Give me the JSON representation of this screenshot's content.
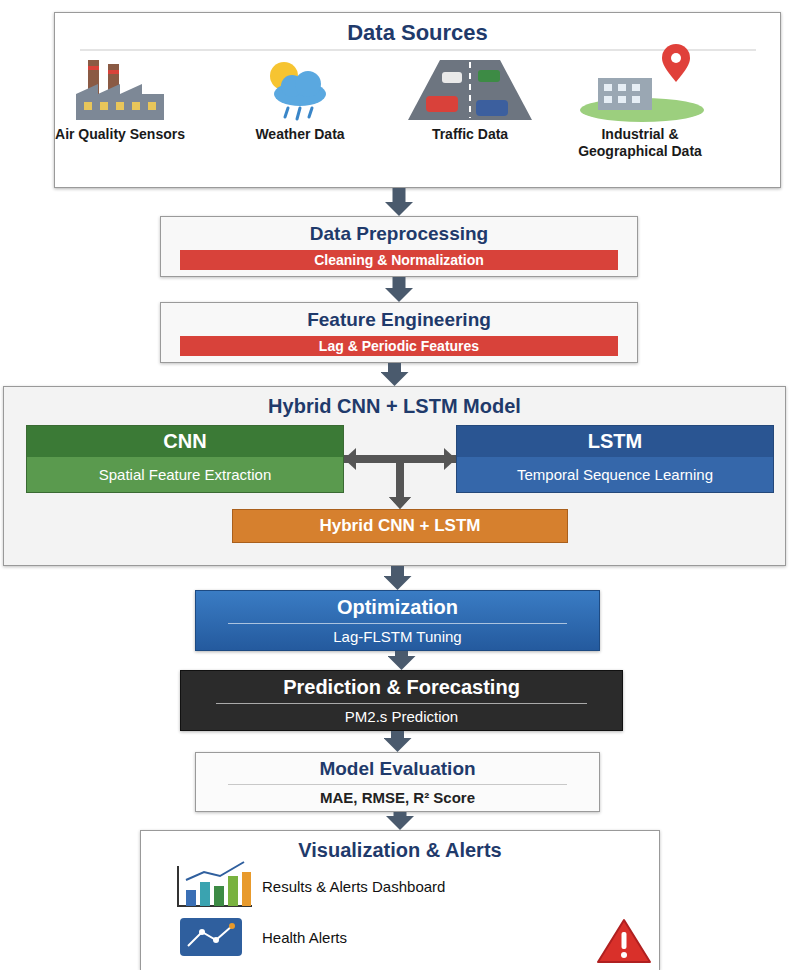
{
  "diagram": {
    "nodes": [
      {
        "text": [
          "Data Sources"
        ]
      },
      {
        "text": [
          "Data Preprocessing",
          "Cleaning & Normalization"
        ]
      },
      {
        "text": [
          "Feature Engineering",
          "Lag & Periodic Features"
        ]
      },
      {
        "text": [
          "Hybrid CNN + LSTM Model"
        ]
      },
      {
        "text": [
          "CNN",
          "Spatial Feature Extraction"
        ],
        "in": 3
      },
      {
        "text": [
          "LSTM",
          "Temporal Sequence Learning"
        ],
        "in": 3
      },
      {
        "text": [
          "Hybrid CNN + LSTM"
        ],
        "in": 3
      },
      {
        "text": [
          "Optimization",
          "Lag-FLSTM Tuning"
        ]
      },
      {
        "text": [
          "Prediction & Forecasting",
          "PM2.s Prediction"
        ]
      },
      {
        "text": [
          "Model Evaluation",
          "MAE, RMSE, R² Score"
        ]
      },
      {
        "text": [
          "Visualization & Alerts"
        ]
      }
    ],
    "edges": [
      {
        "from": 0,
        "to": 1,
        "arrow": "to"
      },
      {
        "from": 1,
        "to": 2,
        "arrow": "to"
      },
      {
        "from": 2,
        "to": 3,
        "arrow": "to"
      },
      {
        "from": 3,
        "to": 7,
        "arrow": "to"
      },
      {
        "from": 7,
        "to": 8,
        "arrow": "to"
      },
      {
        "from": 8,
        "to": 9,
        "arrow": "to"
      },
      {
        "from": 9,
        "to": 10,
        "arrow": "to"
      },
      {
        "from": 4,
        "to": 5,
        "arrow": "both"
      },
      {
        "from": 4,
        "to": 6,
        "arrow": "to"
      },
      {
        "from": 5,
        "to": 6,
        "arrow": "to"
      }
    ],
    "labels": [
      "Air Quality Sensors",
      "Weather Data",
      "Traffic Data",
      "Industrial & Geographical Data",
      "Results & Alerts Dashboard",
      "Health Alerts"
    ]
  }
}
